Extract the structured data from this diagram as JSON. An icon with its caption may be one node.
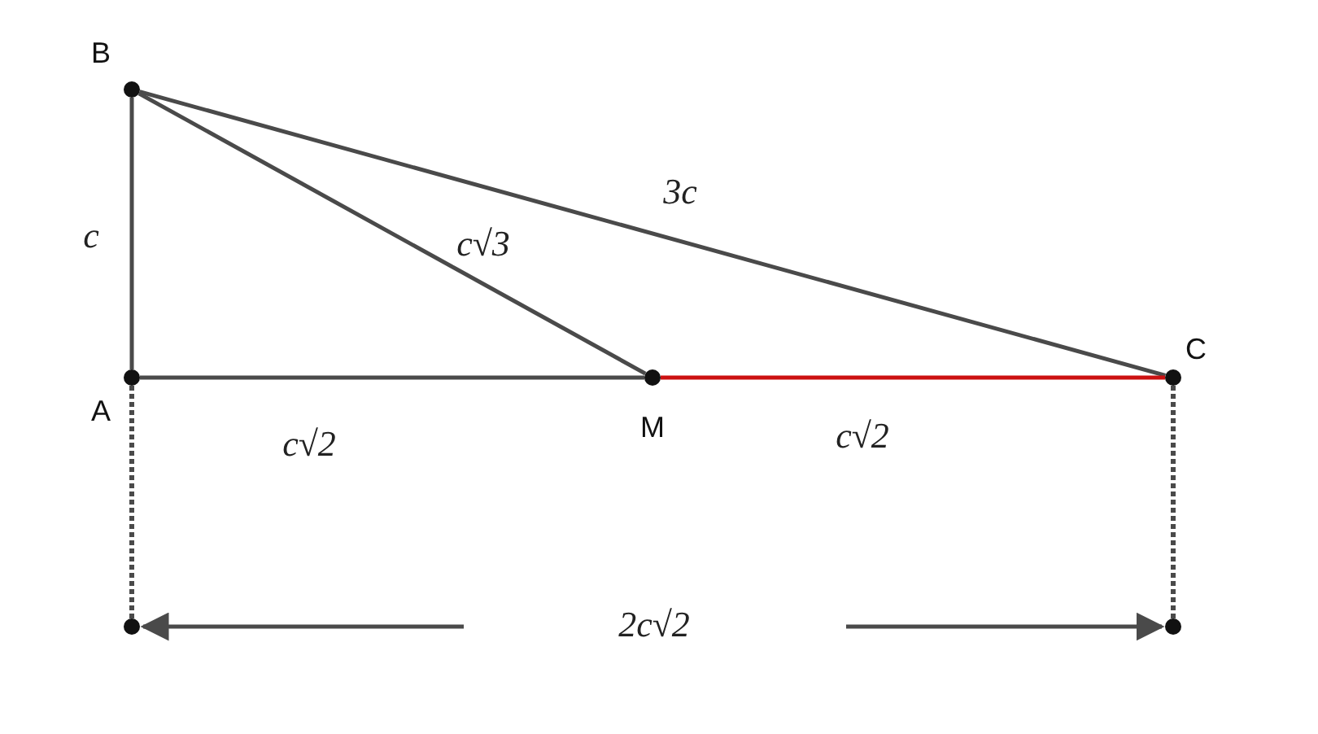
{
  "diagram": {
    "nodes": [
      {
        "text": [
          "B"
        ]
      },
      {
        "text": [
          "A"
        ]
      },
      {
        "text": [
          "M"
        ]
      },
      {
        "text": [
          "C"
        ]
      },
      {
        "text": [],
        "shape": "circle"
      },
      {
        "text": [],
        "shape": "circle"
      }
    ],
    "edges": [
      {
        "from": 0,
        "to": 1,
        "arrow": "none",
        "label": "c"
      },
      {
        "from": 0,
        "to": 2,
        "arrow": "none",
        "label": "c√3"
      },
      {
        "from": 0,
        "to": 3,
        "arrow": "none",
        "label": "3c"
      },
      {
        "from": 1,
        "to": 2,
        "arrow": "none",
        "label": "c√2"
      },
      {
        "from": 2,
        "to": 3,
        "arrow": "none",
        "label": "c√2",
        "color": "#cc1111"
      },
      {
        "from": 1,
        "to": 4,
        "arrow": "none",
        "style": "dashed"
      },
      {
        "from": 3,
        "to": 5,
        "arrow": "none",
        "style": "dashed"
      }
    ],
    "labels": [
      "2c√2"
    ]
  }
}
